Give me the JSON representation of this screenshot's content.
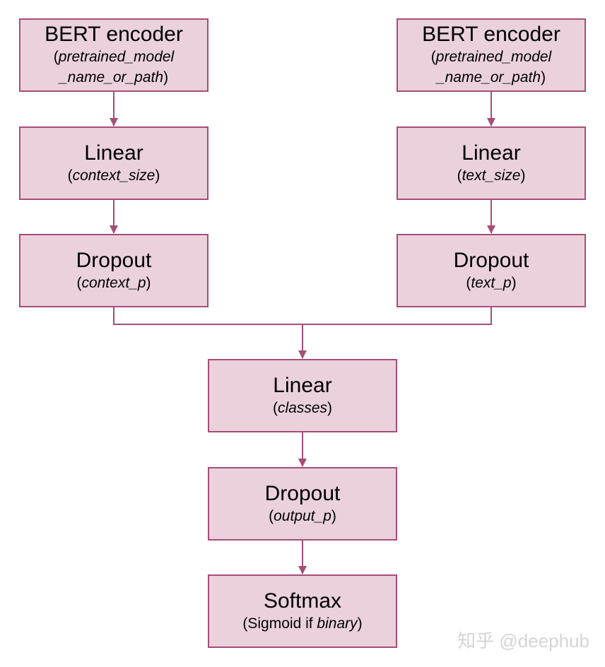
{
  "colors": {
    "box_fill": "#ead1dc",
    "box_border": "#a64d79",
    "connector": "#a64d79",
    "watermark": "#d4d4d4"
  },
  "nodes": {
    "bert_left": {
      "title": "BERT encoder",
      "param_line1": "pretrained_model",
      "param_line2": "_name_or_path"
    },
    "bert_right": {
      "title": "BERT encoder",
      "param_line1": "pretrained_model",
      "param_line2": "_name_or_path"
    },
    "linear_left": {
      "title": "Linear",
      "param": "context_size"
    },
    "linear_right": {
      "title": "Linear",
      "param": "text_size"
    },
    "dropout_left": {
      "title": "Dropout",
      "param": "context_p"
    },
    "dropout_right": {
      "title": "Dropout",
      "param": "text_p"
    },
    "linear_classes": {
      "title": "Linear",
      "param": "classes"
    },
    "dropout_output": {
      "title": "Dropout",
      "param": "output_p"
    },
    "softmax": {
      "title": "Softmax",
      "note_prefix": "Sigmoid if ",
      "param": "binary"
    }
  },
  "watermark": "知乎 @deephub"
}
